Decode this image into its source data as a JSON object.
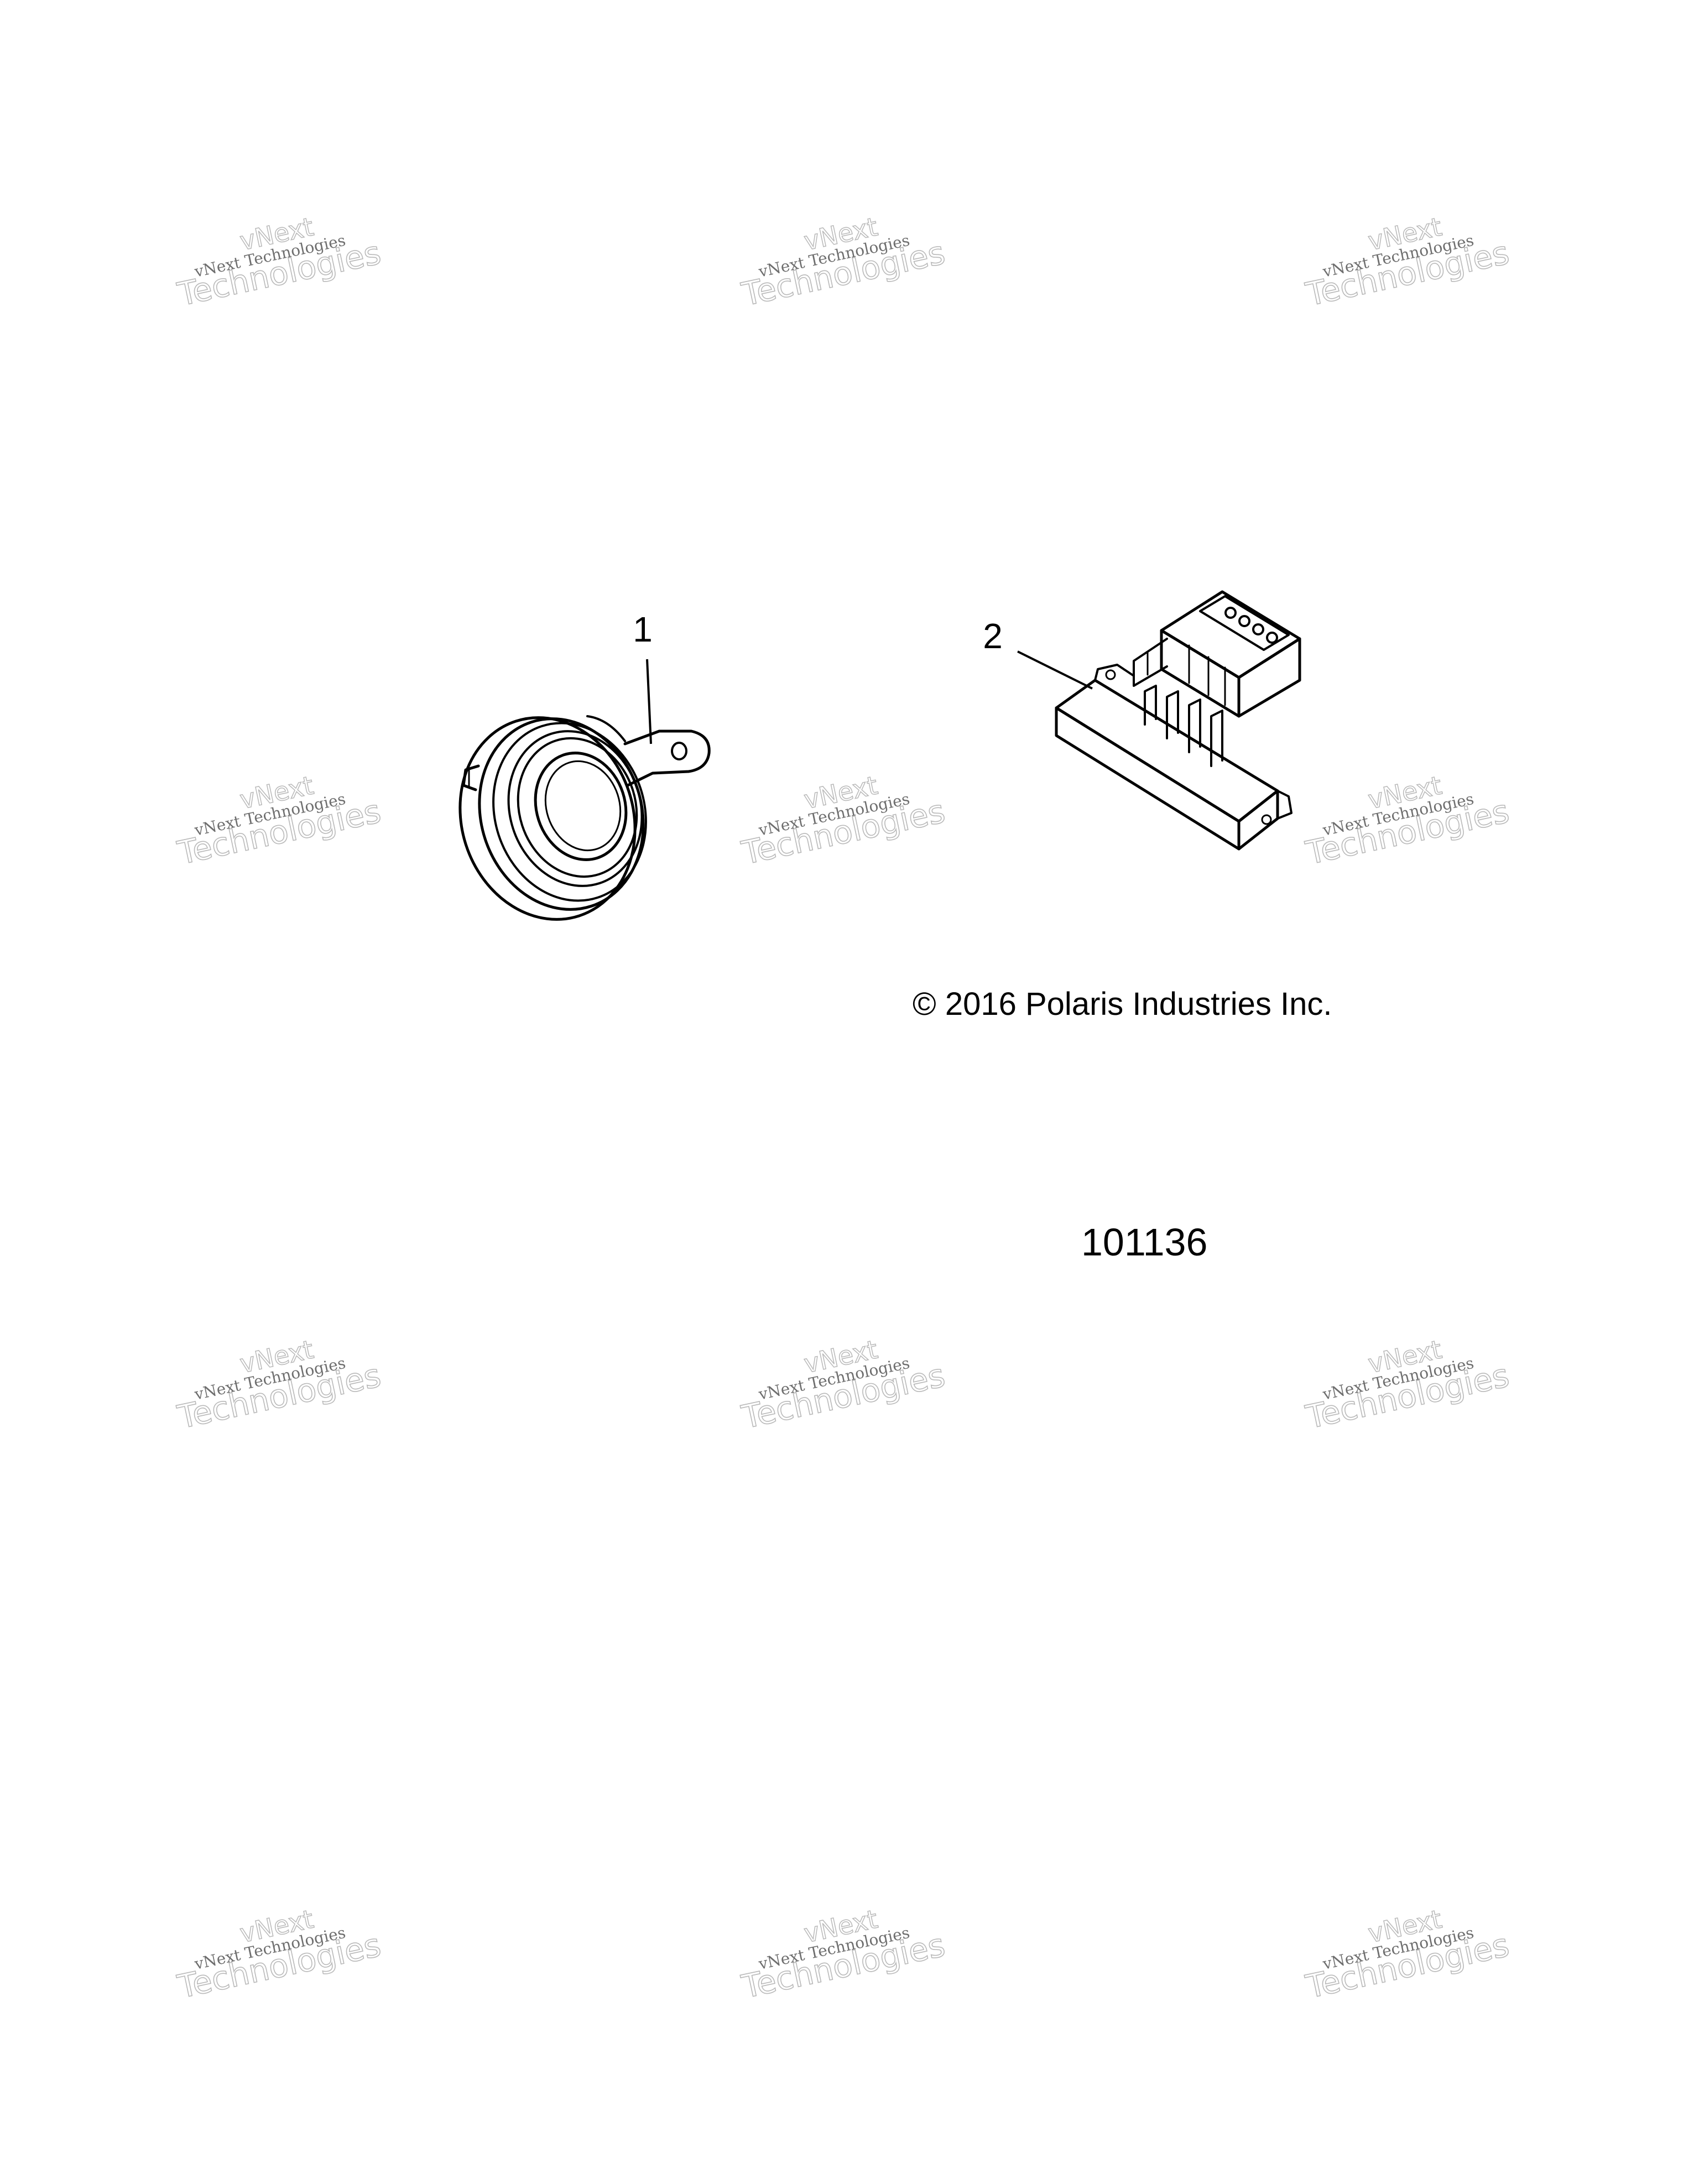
{
  "callouts": [
    {
      "number": "1",
      "part": "horn"
    },
    {
      "number": "2",
      "part": "relay"
    }
  ],
  "copyright": "© 2016 Polaris Industries Inc.",
  "figure_number": "101136",
  "watermark": {
    "line0": "vNext",
    "line1": "vNext Technologies",
    "line2": "Technologies"
  },
  "colors": {
    "ink": "#000000",
    "watermark": "#b9b9b9",
    "background": "#ffffff"
  }
}
